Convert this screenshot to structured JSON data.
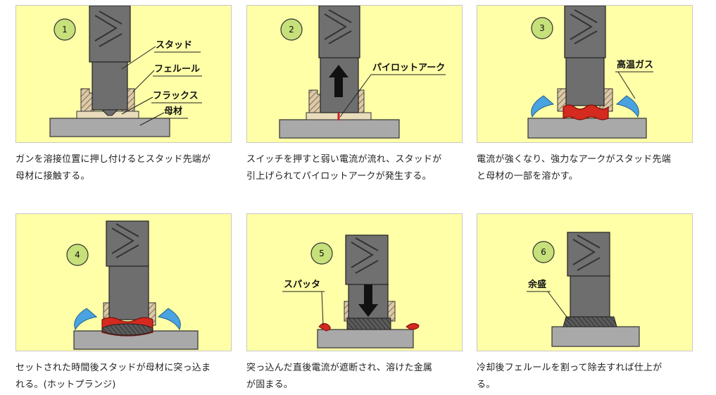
{
  "steps": [
    {
      "number": "1",
      "labels": {
        "stud": "スタッド",
        "ferrule": "フェルール",
        "flux": "フラックス",
        "base": "母材"
      },
      "caption_line1": "ガンを溶接位置に押し付けるとスタッド先端が",
      "caption_line2": "母材に接触する。"
    },
    {
      "number": "2",
      "labels": {
        "pilot_arc": "パイロットアーク"
      },
      "caption_line1": "スイッチを押すと弱い電流が流れ、スタッドが",
      "caption_line2": "引上げられてパイロットアークが発生する。"
    },
    {
      "number": "3",
      "labels": {
        "hot_gas": "高温ガス"
      },
      "caption_line1": "電流が強くなり、強力なアークがスタッド先端",
      "caption_line2": "と母材の一部を溶かす。"
    },
    {
      "number": "4",
      "labels": {},
      "caption_line1": "セットされた時間後スタッドが母材に突っ込ま",
      "caption_line2": "れる。(ホットプランジ)"
    },
    {
      "number": "5",
      "labels": {
        "spatter": "スパッタ"
      },
      "caption_line1": "突っ込んだ直後電流が遮断され、溶けた金属",
      "caption_line2": "が固まる。"
    },
    {
      "number": "6",
      "labels": {
        "reinforcement": "余盛"
      },
      "caption_line1": "冷却後フェルールを割って除去すれば仕上が",
      "caption_line2": "る。"
    }
  ]
}
